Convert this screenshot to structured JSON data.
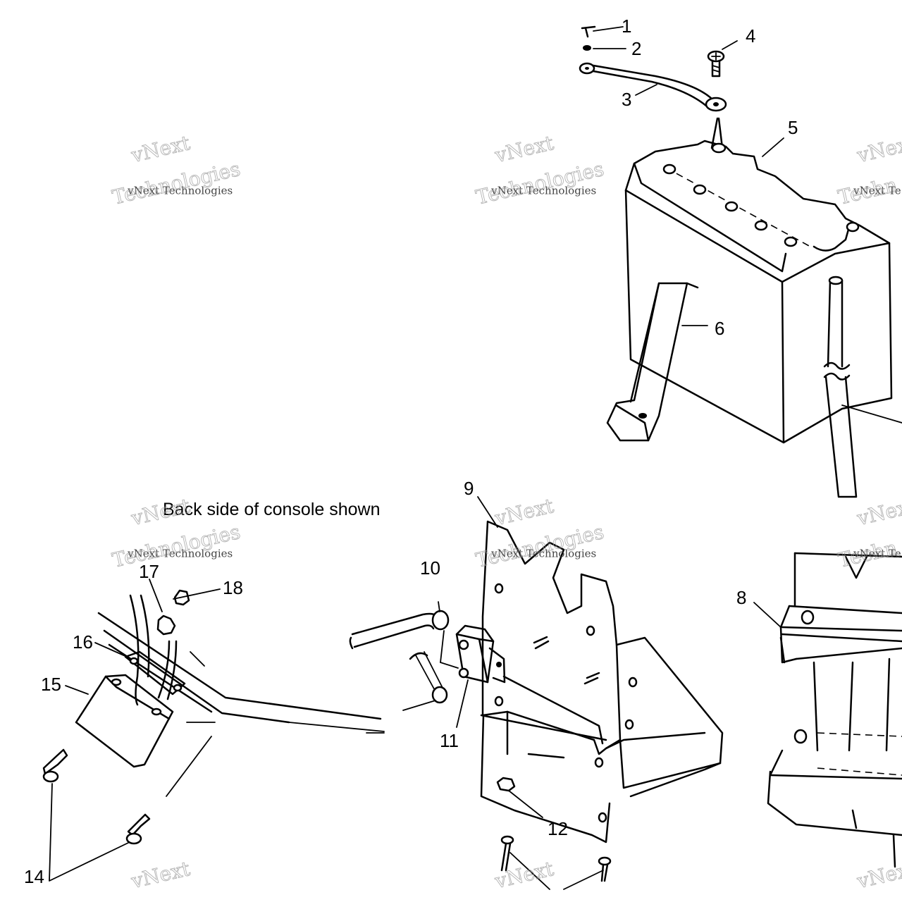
{
  "caption": "Back side of console shown",
  "callouts": [
    "1",
    "2",
    "3",
    "4",
    "5",
    "6",
    "8",
    "9",
    "10",
    "11",
    "12",
    "14",
    "15",
    "16",
    "17",
    "18"
  ],
  "watermark": {
    "line1": "vNext",
    "line2": "vNext Technologies",
    "line3": "Technologies",
    "line2_cut": "vNext Te",
    "line3_cut": "Techn"
  }
}
